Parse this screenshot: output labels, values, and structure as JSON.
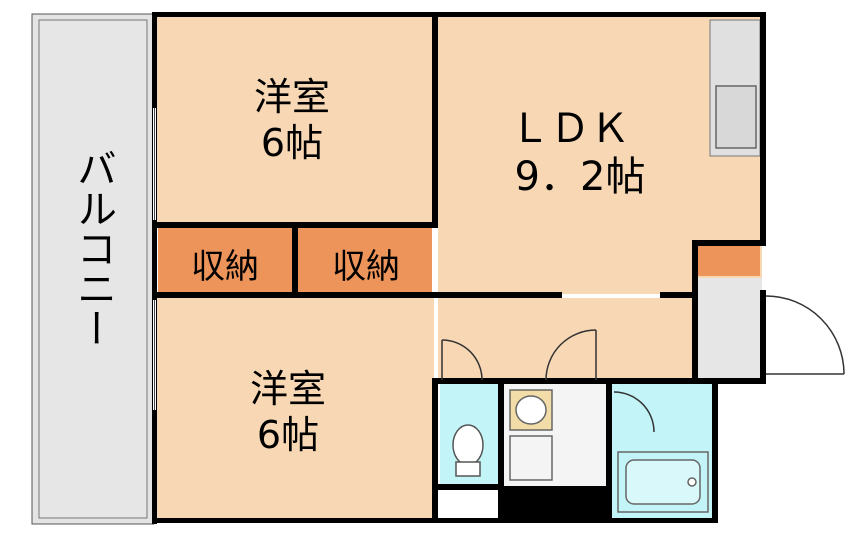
{
  "rooms": {
    "western_top": {
      "name": "洋室",
      "size": "6帖"
    },
    "western_bottom": {
      "name": "洋室",
      "size": "6帖"
    },
    "ldk": {
      "name": "ＬＤＫ",
      "size": "9．2帖"
    },
    "storage_left": {
      "label": "収納"
    },
    "storage_right": {
      "label": "収納"
    },
    "balcony": {
      "label": "バルコニー"
    }
  },
  "colors": {
    "room_fill": "#f7d7b4",
    "storage_fill": "#ed945a",
    "balcony_fill": "#e4e4e4",
    "water_fill": "#c3f4f7",
    "wall": "#000000"
  }
}
